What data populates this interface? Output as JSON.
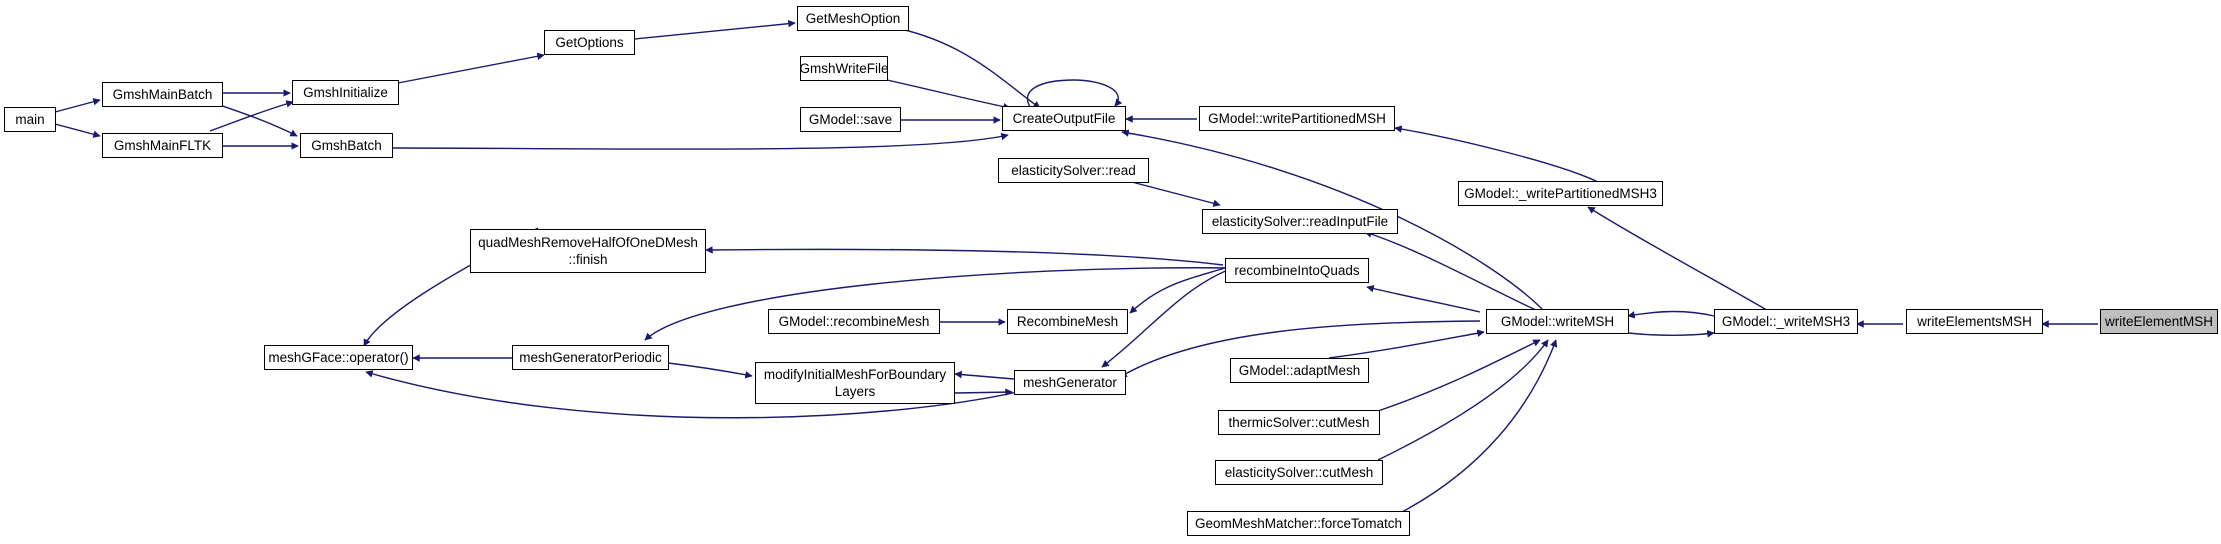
{
  "diagram": {
    "type": "caller-graph",
    "edge_color": "#191970",
    "root_fill": "#bfbfbf",
    "nodes": {
      "main": "main",
      "gmsh_main_batch": "GmshMainBatch",
      "gmsh_main_fltk": "GmshMainFLTK",
      "gmsh_initialize": "GmshInitialize",
      "gmsh_batch": "GmshBatch",
      "get_options": "GetOptions",
      "get_mesh_option": "GetMeshOption",
      "gmsh_write_file": "GmshWriteFile",
      "gmodel_save": "GModel::save",
      "create_output_file": "CreateOutputFile",
      "gmodel_write_partitioned_msh": "GModel::writePartitionedMSH",
      "gmodel_write_partitioned_msh3": "GModel::_writePartitionedMSH3",
      "elasticity_solver_read": "elasticitySolver::read",
      "elasticity_solver_read_input_file": "elasticitySolver::readInputFile",
      "quad_mesh_remove_half": "quadMeshRemoveHalfOfOneDMesh\n::finish",
      "recombine_into_quads": "recombineIntoQuads",
      "gmodel_recombine_mesh": "GModel::recombineMesh",
      "recombine_mesh": "RecombineMesh",
      "mesh_gface_operator": "meshGFace::operator()",
      "mesh_generator_periodic": "meshGeneratorPeriodic",
      "modify_initial_mesh": "modifyInitialMeshForBoundary\nLayers",
      "mesh_generator": "meshGenerator",
      "gmodel_write_msh": "GModel::writeMSH",
      "gmodel_adapt_mesh": "GModel::adaptMesh",
      "thermic_solver_cut_mesh": "thermicSolver::cutMesh",
      "elasticity_solver_cut_mesh": "elasticitySolver::cutMesh",
      "geom_mesh_matcher_force_tomatch": "GeomMeshMatcher::forceTomatch",
      "gmodel_write_msh3": "GModel::_writeMSH3",
      "write_elements_msh": "writeElementsMSH",
      "write_element_msh": "writeElementMSH"
    }
  }
}
